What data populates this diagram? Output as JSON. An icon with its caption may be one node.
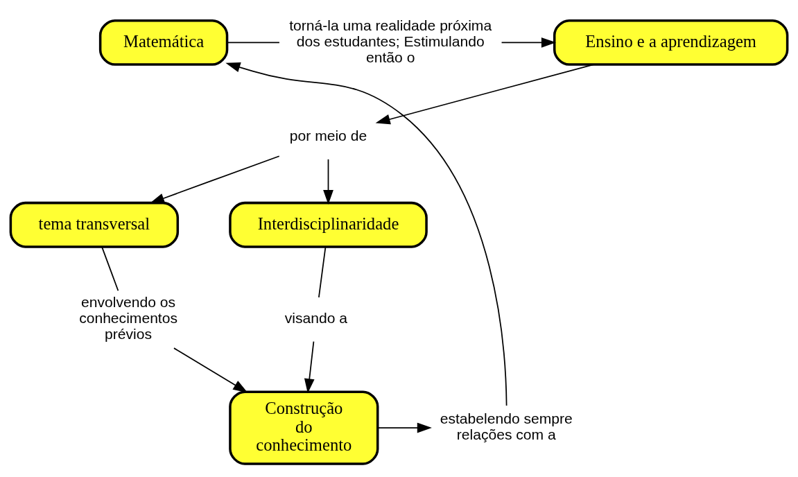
{
  "diagram": {
    "nodes": [
      {
        "text": [
          "Matemática"
        ]
      },
      {
        "text": [
          "torná-la uma realidade próxima dos estudantes; Estimulando então o"
        ]
      },
      {
        "text": [
          "Ensino e a aprendizagem"
        ]
      },
      {
        "text": [
          "por meio de"
        ]
      },
      {
        "text": [
          "Interdisciplinaridade"
        ]
      },
      {
        "text": [
          "tema transversal"
        ]
      },
      {
        "text": [
          "visando a"
        ]
      },
      {
        "text": [
          "envolvendo os conhecimentos prévios"
        ]
      },
      {
        "text": [
          "estabelendo sempre relações com a"
        ]
      },
      {
        "text": [
          "Construção do conhecimento"
        ]
      }
    ],
    "edges": [
      {
        "from": 0,
        "to": 1,
        "arrow": "none"
      },
      {
        "from": 1,
        "to": 2,
        "arrow": "to"
      },
      {
        "from": 2,
        "to": 3,
        "arrow": "to"
      },
      {
        "from": 3,
        "to": 4,
        "arrow": "to"
      },
      {
        "from": 3,
        "to": 5,
        "arrow": "to"
      },
      {
        "from": 4,
        "to": 6,
        "arrow": "none"
      },
      {
        "from": 6,
        "to": 9,
        "arrow": "to"
      },
      {
        "from": 5,
        "to": 7,
        "arrow": "none"
      },
      {
        "from": 7,
        "to": 9,
        "arrow": "to"
      },
      {
        "from": 9,
        "to": 8,
        "arrow": "to"
      },
      {
        "from": 8,
        "to": 0,
        "arrow": "to"
      }
    ]
  }
}
